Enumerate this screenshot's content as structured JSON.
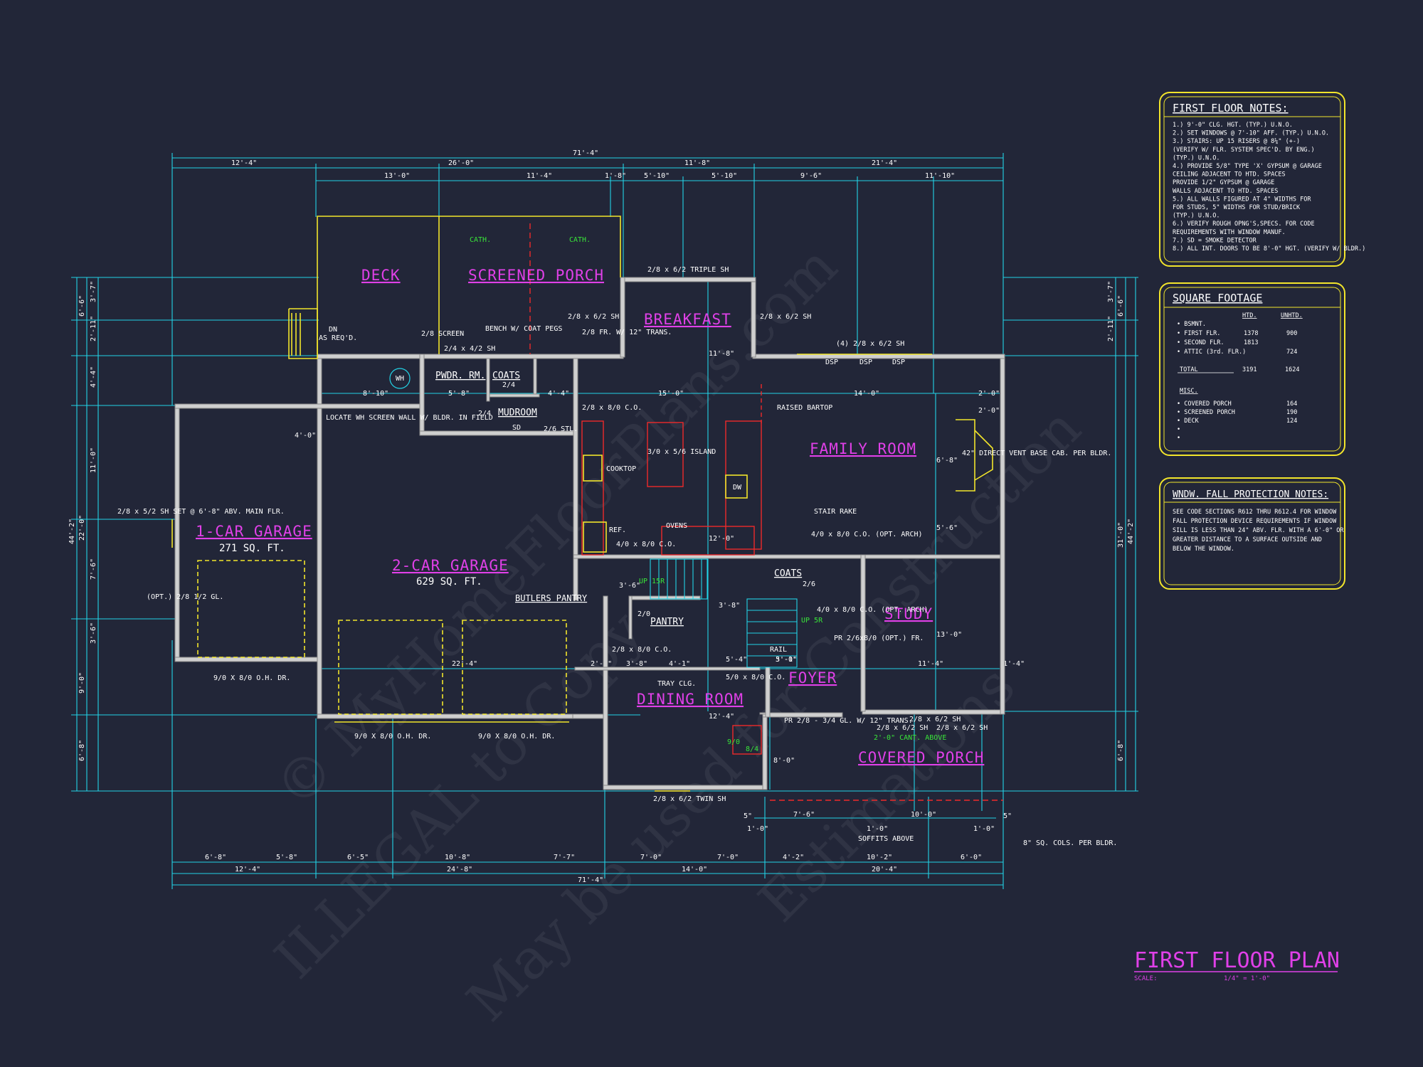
{
  "plan": {
    "title": "FIRST FLOOR PLAN",
    "scale_label": "SCALE:",
    "scale_value": "1/4\" = 1'-0\""
  },
  "watermarks": [
    "© MyHomeFloorPlans.com",
    "ILLEGAL to Copy",
    "May be used for Construction",
    "Estimations"
  ],
  "rooms": {
    "deck": "DECK",
    "screened_porch": "SCREENED PORCH",
    "breakfast": "BREAKFAST",
    "family_room": "FAMILY ROOM",
    "one_car_garage": "1-CAR GARAGE",
    "one_car_garage_area": "271 SQ. FT.",
    "two_car_garage": "2-CAR GARAGE",
    "two_car_garage_area": "629 SQ. FT.",
    "study": "STUDY",
    "foyer": "FOYER",
    "dining_room": "DINING ROOM",
    "covered_porch": "COVERED PORCH",
    "mudroom": "MUDROOM",
    "pwdr_rm": "PWDR. RM.",
    "coats_upper": "COATS",
    "coats_lower": "COATS",
    "pantry": "PANTRY",
    "butlers_pantry": "BUTLERS PANTRY"
  },
  "labels": {
    "cath_1": "CATH.",
    "cath_2": "CATH.",
    "dn": "DN",
    "as_reqd": "AS REQ'D.",
    "screen_28": "2/8 SCREEN",
    "window_24_42": "2/4 x 4/2 SH",
    "bench": "BENCH W/ COAT PEGS",
    "fr_28": "2/8 FR. W/ 12\" TRANS.",
    "triple_sh": "2/8 x 6/2 TRIPLE SH",
    "sh_left": "2/8 x 6/2 SH",
    "sh_right": "2/8 x 6/2 SH",
    "four_sh": "(4) 2/8 x 6/2 SH",
    "dsp": "DSP",
    "wh": "WH",
    "locate_wh": "LOCATE WH SCREEN WALL W/ BLDR. IN FIELD",
    "co_28": "2/8 x 8/0 C.O.",
    "raised_bartop": "RAISED BARTOP",
    "island": "3/0 x 5/6 ISLAND",
    "cooktop": "COOKTOP",
    "dw": "DW",
    "ref": "REF.",
    "ovens": "OVENS",
    "co_40": "4/0 x 8/0 C.O.",
    "stair_rake": "STAIR RAKE",
    "co_opt_arch": "4/0 x 8/0 C.O. (OPT. ARCH)",
    "co_opt_arch_2": "4/0 x 8/0 C.O. (OPT. ARCH)",
    "direct_vent": "42\" DIRECT VENT",
    "base_cab": "BASE CAB. PER BLDR.",
    "sh_garage": "2/8 x 5/2 SH SET @ 6'-8\" ABV. MAIN FLR.",
    "opt_door": "(OPT.) 2/8 1/2 GL.",
    "ohdr_1": "9/0 X 8/0 O.H. DR.",
    "ohdr_2": "9/0 X 8/0 O.H. DR.",
    "ohdr_3": "9/0 X 8/0 O.H. DR.",
    "co_28b": "2/8 x 8/0 C.O.",
    "tray_clg": "TRAY CLG.",
    "co_50": "5/0 x 8/0 C.O.",
    "rail": "RAIL",
    "pr_opt_fr": "PR 2/6x8/0 (OPT.) FR.",
    "pr_28_gl": "PR 2/8 - 3/4 GL. W/ 12\" TRANS.",
    "sh_porch_1": "2/8 x 6/2 SH",
    "sh_porch_2": "2/8 x 6/2 SH",
    "sh_porch_3": "2/8 x 6/2 SH",
    "cant": "2'-0\" CANT. ABOVE",
    "twin_sh": "2/8 x 6/2 TWIN SH",
    "soffits": "SOFFITS ABOVE",
    "cols": "8\" SQ. COLS. PER BLDR.",
    "up_15r": "UP 15R",
    "up_5r": "UP 5R",
    "door_20": "2/0",
    "door_24": "2/4",
    "door_24b": "2/4",
    "door_26": "2/6",
    "stl": "2/6 STL.",
    "sd": "SD",
    "d_90": "9/0",
    "d_84": "8/4"
  },
  "dimensions": {
    "top_total": "71'-4\"",
    "top_row1": [
      "12'-4\"",
      "26'-0\"",
      "11'-8\"",
      "21'-4\""
    ],
    "top_row2": [
      "13'-0\"",
      "11'-4\"",
      "1'-8\"",
      "5'-10\"",
      "5'-10\"",
      "9'-6\"",
      "11'-10\""
    ],
    "bottom_total": "71'-4\"",
    "bottom_row1": [
      "12'-4\"",
      "24'-8\"",
      "14'-0\"",
      "20'-4\""
    ],
    "bottom_row2": [
      "6'-8\"",
      "5'-8\"",
      "6'-5\"",
      "10'-8\"",
      "7'-7\"",
      "7'-0\"",
      "7'-0\"",
      "4'-2\"",
      "10'-2\"",
      "6'-0\""
    ],
    "left_total": "44'-2\"",
    "left_row1": [
      "6'-6\"",
      "22'-0\"",
      "9'-0\"",
      "6'-8\""
    ],
    "left_row2": [
      "3'-7\"",
      "2'-11\"",
      "4'-4\"",
      "11'-0\"",
      "7'-6\"",
      "3'-6\""
    ],
    "right_total": "44'-2\"",
    "right_row1": [
      "6'-6\"",
      "31'-0\"",
      "6'-8\""
    ],
    "right_row2": [
      "3'-7\"",
      "2'-11\""
    ],
    "interior": [
      "8'-10\"",
      "5'-8\"",
      "4'-4\"",
      "15'-0\"",
      "14'-0\"",
      "2'-0\"",
      "6'-8\"",
      "5'-6\"",
      "13'-0\"",
      "11'-4\"",
      "1'-4\"",
      "12'-0\"",
      "11'-8\"",
      "12'-4\"",
      "8'-0\"",
      "4'-0\"",
      "3'-6\"",
      "3'-8\"",
      "2'-4\"",
      "4'-1\"",
      "5'-4\"",
      "5'-1\"",
      "22'-4\"",
      "3'-8\"",
      "3'-0\"",
      "2'-0\""
    ],
    "porch": [
      "5\"",
      "1'-0\"",
      "7'-6\"",
      "1'-0\"",
      "10'-0\"",
      "1'-0\"",
      "5\""
    ]
  },
  "notes_panel": {
    "title": "FIRST FLOOR NOTES:",
    "items": [
      "1.) 9'-0\" CLG. HGT. (TYP.) U.N.O.",
      "2.) SET WINDOWS @ 7'-10\" AFF. (TYP.) U.N.O.",
      "3.) STAIRS: UP 15 RISERS @ 8¼\" (+-)",
      "(VERIFY W/ FLR. SYSTEM SPEC'D. BY ENG.)",
      "(TYP.) U.N.O.",
      "4.) PROVIDE 5/8\" TYPE 'X' GYPSUM @ GARAGE",
      "CEILING ADJACENT TO HTD. SPACES",
      "PROVIDE 1/2\" GYPSUM @ GARAGE",
      "WALLS ADJACENT TO HTD. SPACES",
      "5.) ALL WALLS FIGURED AT 4\" WIDTHS FOR",
      "FOR STUDS, 5\" WIDTHS FOR STUD/BRICK",
      "(TYP.) U.N.O.",
      "6.) VERIFY ROUGH OPNG'S,SPECS. FOR CODE",
      "REQUIREMENTS WITH WINDOW MANUF.",
      "7.) SD = SMOKE DETECTOR",
      "8.) ALL INT. DOORS TO BE 8'-0\" HGT. (VERIFY W/ BLDR.)"
    ]
  },
  "sqft_panel": {
    "title": "SQUARE FOOTAGE",
    "col_htd": "HTD.",
    "col_unhtd": "UNHTD.",
    "rows": [
      {
        "label": "• BSMNT.",
        "htd": "",
        "unhtd": ""
      },
      {
        "label": "• FIRST FLR.",
        "htd": "1378",
        "unhtd": "900"
      },
      {
        "label": "• SECOND FLR.",
        "htd": "1813",
        "unhtd": ""
      },
      {
        "label": "• ATTIC (3rd. FLR.)",
        "htd": "",
        "unhtd": "724"
      }
    ],
    "total_label": "TOTAL",
    "total_htd": "3191",
    "total_unhtd": "1624",
    "misc_label": "MISC.",
    "misc_rows": [
      {
        "label": "• COVERED PORCH",
        "value": "164"
      },
      {
        "label": "• SCREENED PORCH",
        "value": "190"
      },
      {
        "label": "• DECK",
        "value": "124"
      },
      {
        "label": "•",
        "value": ""
      },
      {
        "label": "•",
        "value": ""
      }
    ]
  },
  "fall_panel": {
    "title": "WNDW. FALL PROTECTION NOTES:",
    "lines": [
      "SEE CODE SECTIONS R612 THRU R612.4 FOR WINDOW",
      "FALL PROTECTION DEVICE REQUIREMENTS IF WINDOW",
      "SILL IS LESS THAN 24\" ABV. FLR. WITH A 6'-0\" OR",
      "GREATER DISTANCE TO A SURFACE OUTSIDE AND",
      "BELOW THE WINDOW."
    ]
  },
  "colors": {
    "background": "#222638",
    "dimension": "#22d3e6",
    "accent_yellow": "#f2e52b",
    "room_label": "#e040e8",
    "wall": "#cfcfcf",
    "cabinet": "#ee2a2a",
    "stair_note": "#39e639"
  }
}
